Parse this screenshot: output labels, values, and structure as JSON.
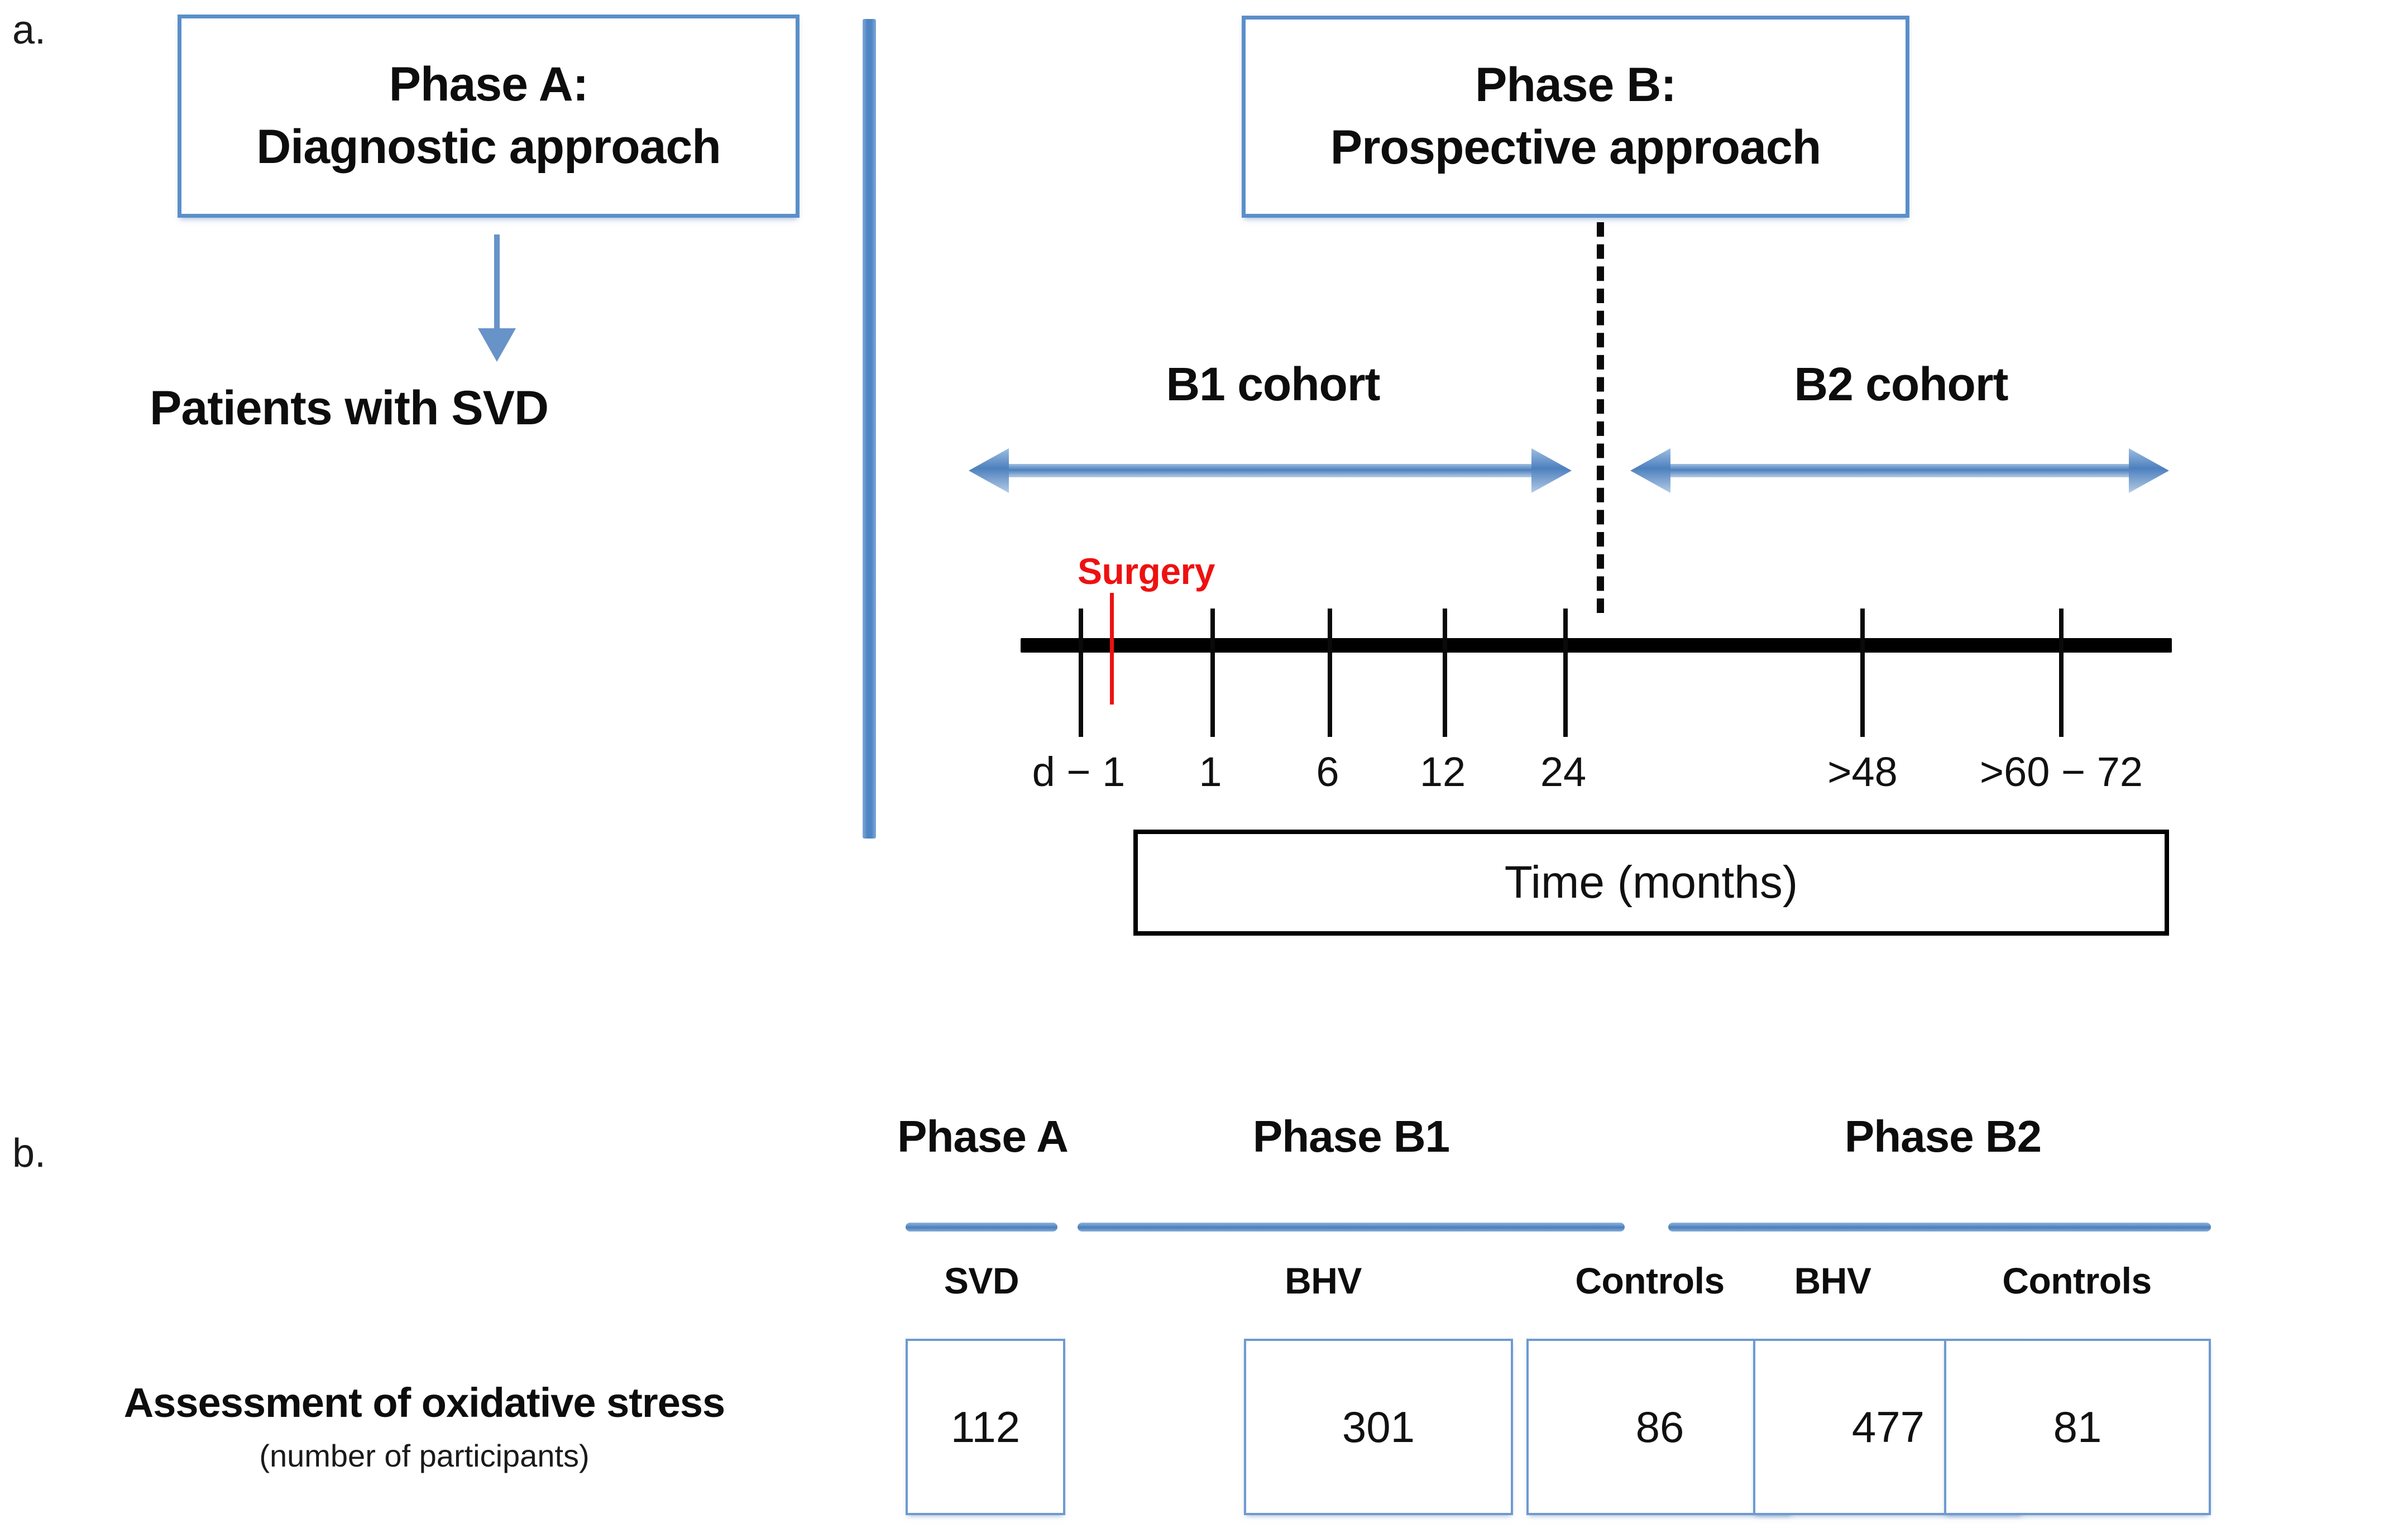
{
  "figure": {
    "panels": [
      {
        "id": "a",
        "letter": "a."
      },
      {
        "id": "b",
        "letter": "b."
      }
    ]
  },
  "panel_a": {
    "phase_a_box": {
      "line1": "Phase A:",
      "line2": "Diagnostic approach"
    },
    "phase_a_outcome": "Patients with SVD",
    "phase_b_box": {
      "line1": "Phase B:",
      "line2": "Prospective approach"
    },
    "cohorts": [
      {
        "label": "B1 cohort"
      },
      {
        "label": "B2 cohort"
      }
    ],
    "surgery_marker": {
      "label": "Surgery",
      "color": "#ee1111"
    },
    "timeline": {
      "axis_label": "Time (months)",
      "ticks": [
        {
          "label": "d − 1"
        },
        {
          "label": "1"
        },
        {
          "label": "6"
        },
        {
          "label": "12"
        },
        {
          "label": "24"
        },
        {
          "label": ">48"
        },
        {
          "label": ">60 − 72"
        }
      ]
    }
  },
  "panel_b": {
    "row_label": {
      "main": "Assessment of oxidative stress",
      "sub": "(number of participants)"
    },
    "groups": [
      {
        "title": "Phase A",
        "columns": [
          {
            "header": "SVD",
            "value": "112"
          }
        ]
      },
      {
        "title": "Phase B1",
        "columns": [
          {
            "header": "BHV",
            "value": "301"
          },
          {
            "header": "Controls",
            "value": "86"
          }
        ]
      },
      {
        "title": "Phase B2",
        "columns": [
          {
            "header": "BHV",
            "value": "477"
          },
          {
            "header": "Controls",
            "value": "81"
          }
        ]
      }
    ]
  },
  "colors": {
    "accent_blue": "#5B8FC9",
    "rule_blue": "#4A7EBB",
    "surgery_red": "#ee1111",
    "axis_black": "#000000",
    "background": "#ffffff"
  },
  "chart_data": {
    "type": "table",
    "title": "Assessment of oxidative stress (number of participants)",
    "categories": [
      "Phase A – SVD",
      "Phase B1 – BHV",
      "Phase B1 – Controls",
      "Phase B2 – BHV",
      "Phase B2 – Controls"
    ],
    "values": [
      112,
      301,
      86,
      477,
      81
    ],
    "xlabel": "",
    "ylabel": "number of participants",
    "timeline_months": [
      "d − 1",
      "1",
      "6",
      "12",
      "24",
      ">48",
      ">60 − 72"
    ],
    "annotations": [
      "Surgery",
      "B1 cohort",
      "B2 cohort",
      "Time (months)"
    ]
  }
}
